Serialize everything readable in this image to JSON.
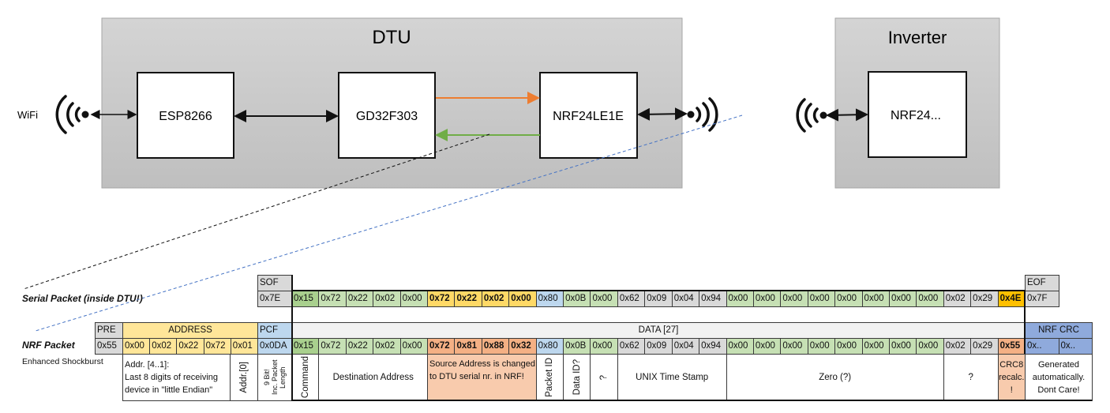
{
  "colors": {
    "cmd": "#a9d08e",
    "green": "#c6e0b4",
    "yellow": "#ffd966",
    "gold": "#ffc000",
    "blue": "#bdd7ee",
    "grey": "#d9d9d9",
    "salmon": "#f4b084",
    "salmon_light": "#f8cbad",
    "addr": "#ffe699",
    "crc": "#8faadc",
    "data_header": "#f2f2f2",
    "frame": "#d9d9d9",
    "orange_arrow": "#ed7d31",
    "green_arrow": "#70ad47",
    "blue_dash": "#4472c4"
  },
  "diagram": {
    "wifi_label": "WiFi",
    "dtu": {
      "title": "DTU",
      "esp": "ESP8266",
      "gd": "GD32F303",
      "nrf": "NRF24LE1E"
    },
    "inverter": {
      "title": "Inverter",
      "nrf": "NRF24..."
    }
  },
  "serial": {
    "label": "Serial Packet (inside DTU!)",
    "sof_header": "SOF",
    "sof_value": "0x7E",
    "eof_header": "EOF",
    "eof_value": "0x7F",
    "bytes": [
      {
        "v": "0x15",
        "k": "cmd"
      },
      {
        "v": "0x72",
        "k": "green"
      },
      {
        "v": "0x22",
        "k": "green"
      },
      {
        "v": "0x02",
        "k": "green"
      },
      {
        "v": "0x00",
        "k": "green"
      },
      {
        "v": "0x72",
        "k": "yellow",
        "b": true
      },
      {
        "v": "0x22",
        "k": "yellow",
        "b": true
      },
      {
        "v": "0x02",
        "k": "yellow",
        "b": true
      },
      {
        "v": "0x00",
        "k": "yellow",
        "b": true
      },
      {
        "v": "0x80",
        "k": "blue"
      },
      {
        "v": "0x0B",
        "k": "green"
      },
      {
        "v": "0x00",
        "k": "green"
      },
      {
        "v": "0x62",
        "k": "grey"
      },
      {
        "v": "0x09",
        "k": "grey"
      },
      {
        "v": "0x04",
        "k": "grey"
      },
      {
        "v": "0x94",
        "k": "grey"
      },
      {
        "v": "0x00",
        "k": "green"
      },
      {
        "v": "0x00",
        "k": "green"
      },
      {
        "v": "0x00",
        "k": "green"
      },
      {
        "v": "0x00",
        "k": "green"
      },
      {
        "v": "0x00",
        "k": "green"
      },
      {
        "v": "0x00",
        "k": "green"
      },
      {
        "v": "0x00",
        "k": "green"
      },
      {
        "v": "0x00",
        "k": "green"
      },
      {
        "v": "0x02",
        "k": "grey"
      },
      {
        "v": "0x29",
        "k": "grey"
      },
      {
        "v": "0x4E",
        "k": "gold",
        "b": true
      }
    ]
  },
  "nrf": {
    "label": "NRF Packet",
    "sublabel": "Enhanced Shockburst",
    "headers": {
      "pre": "PRE",
      "address": "ADDRESS",
      "pcf": "PCF",
      "data": "DATA [27]",
      "crc": "NRF CRC"
    },
    "pre": "0x55",
    "address": [
      "0x00",
      "0x02",
      "0x22",
      "0x72",
      "0x01"
    ],
    "pcf": "0x0DA",
    "bytes": [
      {
        "v": "0x15",
        "k": "cmd"
      },
      {
        "v": "0x72",
        "k": "green"
      },
      {
        "v": "0x22",
        "k": "green"
      },
      {
        "v": "0x02",
        "k": "green"
      },
      {
        "v": "0x00",
        "k": "green"
      },
      {
        "v": "0x72",
        "k": "salmon",
        "b": true
      },
      {
        "v": "0x81",
        "k": "salmon",
        "b": true
      },
      {
        "v": "0x88",
        "k": "salmon",
        "b": true
      },
      {
        "v": "0x32",
        "k": "salmon",
        "b": true
      },
      {
        "v": "0x80",
        "k": "blue"
      },
      {
        "v": "0x0B",
        "k": "green"
      },
      {
        "v": "0x00",
        "k": "green"
      },
      {
        "v": "0x62",
        "k": "grey"
      },
      {
        "v": "0x09",
        "k": "grey"
      },
      {
        "v": "0x04",
        "k": "grey"
      },
      {
        "v": "0x94",
        "k": "grey"
      },
      {
        "v": "0x00",
        "k": "green"
      },
      {
        "v": "0x00",
        "k": "green"
      },
      {
        "v": "0x00",
        "k": "green"
      },
      {
        "v": "0x00",
        "k": "green"
      },
      {
        "v": "0x00",
        "k": "green"
      },
      {
        "v": "0x00",
        "k": "green"
      },
      {
        "v": "0x00",
        "k": "green"
      },
      {
        "v": "0x00",
        "k": "green"
      },
      {
        "v": "0x02",
        "k": "grey"
      },
      {
        "v": "0x29",
        "k": "grey"
      },
      {
        "v": "0x55",
        "k": "salmon",
        "b": true
      }
    ],
    "crc": [
      "0x..",
      "0x.."
    ],
    "addr_desc": "Addr. [4..1]:\nLast 8 digits of receiving device in \"little Endian\"",
    "addr0_desc": "Addr.[0]",
    "pcf_desc": "9 Bit!\nInc. Packet Length",
    "crc_desc": "Generated automatically. Dont Care!",
    "fields": [
      {
        "text": "Command",
        "span": 1,
        "vertical": true
      },
      {
        "text": "Destination Address",
        "span": 4
      },
      {
        "text": "Source Address is changed to DTU serial nr. in NRF!",
        "span": 4,
        "bg": "salmon_light",
        "left": true
      },
      {
        "text": "Packet ID",
        "span": 1,
        "vertical": true
      },
      {
        "text": "Data ID?",
        "span": 1,
        "vertical": true
      },
      {
        "text": "?",
        "span": 1,
        "vertical": true
      },
      {
        "text": "UNIX Time Stamp",
        "span": 4
      },
      {
        "text": "Zero (?)",
        "span": 8
      },
      {
        "text": "?",
        "span": 2
      },
      {
        "text": "CRC8 recalc. !",
        "span": 1,
        "bg": "salmon_light"
      }
    ]
  }
}
